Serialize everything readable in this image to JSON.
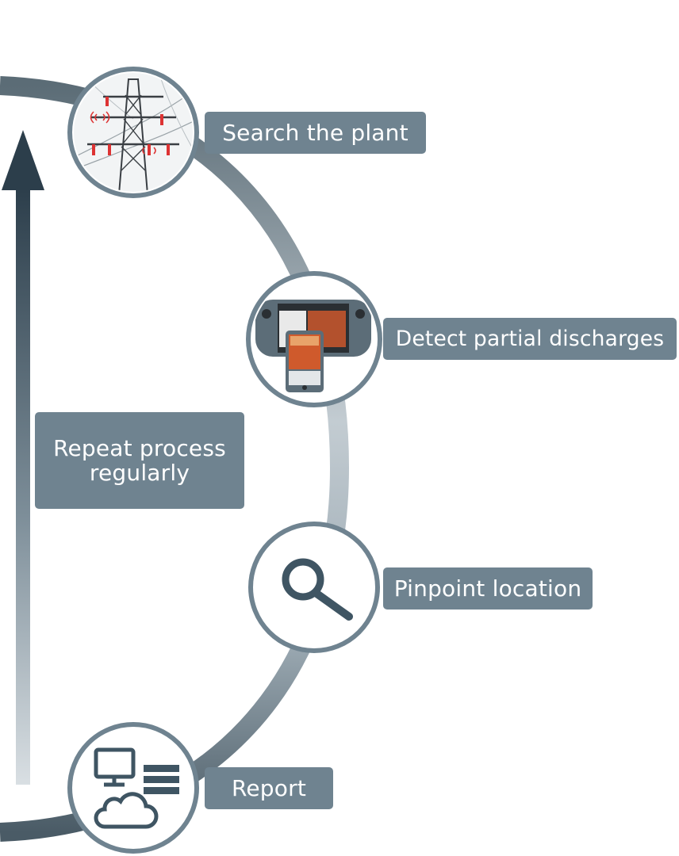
{
  "steps": [
    {
      "label": "Search the plant",
      "icon": "power-tower-icon"
    },
    {
      "label": "Detect partial discharges",
      "icon": "handheld-detector-icon"
    },
    {
      "label": "Pinpoint location",
      "icon": "magnifier-icon"
    },
    {
      "label": "Report",
      "icon": "monitor-server-cloud-icon"
    }
  ],
  "repeat": {
    "line1": "Repeat process",
    "line2": "regularly"
  },
  "colors": {
    "label_bg": "#6f8390",
    "arc_dark": "#4e5f69",
    "arc_light": "#c9d1d6",
    "arrow_dark": "#2c3e4b",
    "icon": "#3f5563"
  }
}
